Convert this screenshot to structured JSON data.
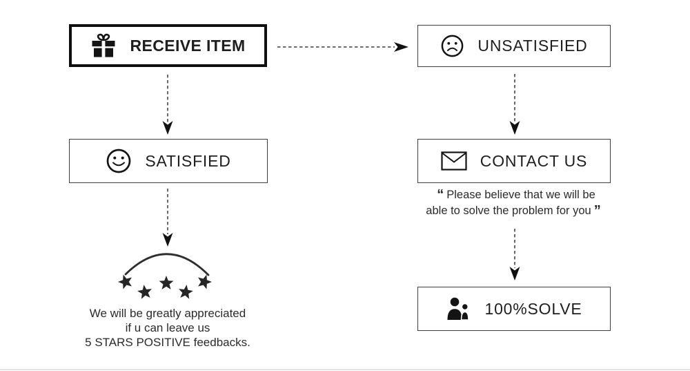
{
  "nodes": {
    "receive_item": {
      "label": "RECEIVE ITEM",
      "icon": "gift"
    },
    "unsatisfied": {
      "label": "UNSATISFIED",
      "icon": "sad-face"
    },
    "satisfied": {
      "label": "SATISFIED",
      "icon": "smiley-face"
    },
    "contact_us": {
      "label": "CONTACT US",
      "icon": "envelope"
    },
    "solve": {
      "label": "100%SOLVE",
      "icon": "people"
    }
  },
  "quote": {
    "open": "“",
    "line1": "Please believe that we will be",
    "line2": "able to solve the problem for you",
    "close": "”"
  },
  "feedback_note": {
    "line1": "We will be greatly appreciated",
    "line2": "if u can leave us",
    "line3": "5 STARS POSITIVE feedbacks."
  },
  "stars": {
    "count": 5
  },
  "colors": {
    "ink": "#262626",
    "thick_border": "#0f0f0f",
    "thin_border": "#3d3d3d",
    "arrow": "#3a3a3a",
    "background": "#ffffff"
  }
}
